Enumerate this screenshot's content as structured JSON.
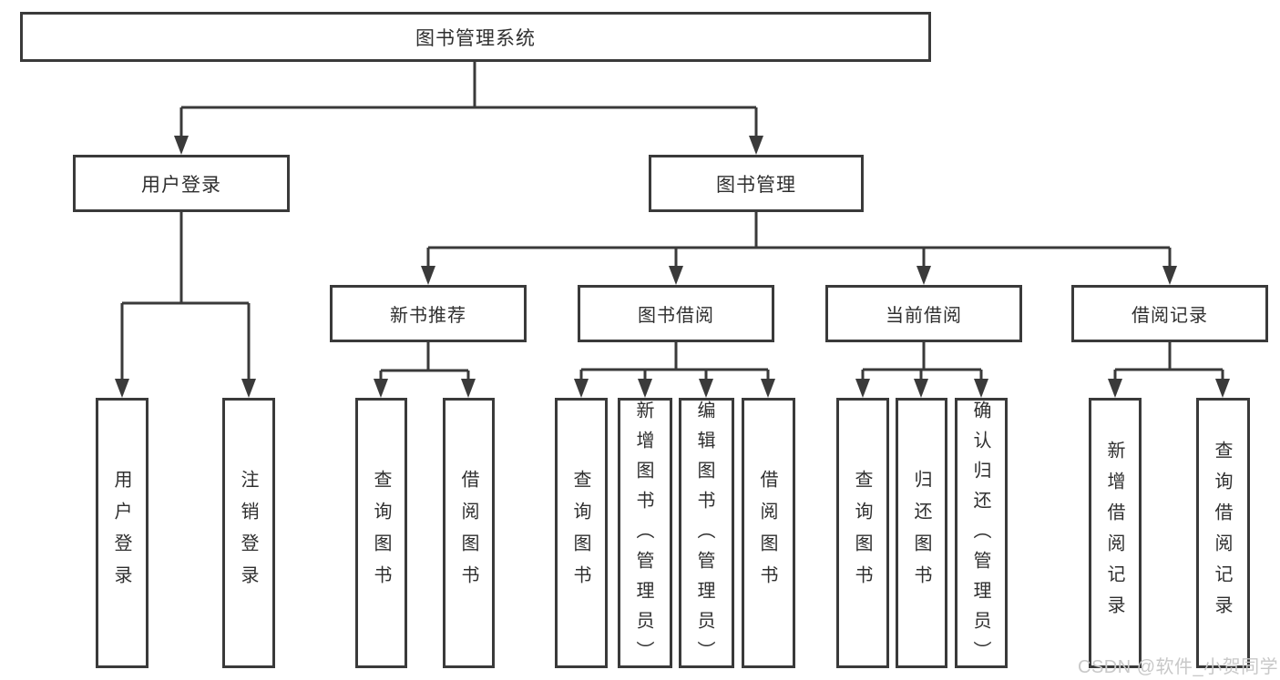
{
  "diagram": {
    "title": "图书管理系统",
    "root": {
      "label": "图书管理系统"
    },
    "level2": [
      {
        "id": "user-login",
        "label": "用户登录"
      },
      {
        "id": "book-management",
        "label": "图书管理"
      }
    ],
    "level3": [
      {
        "id": "new-book-recommend",
        "label": "新书推荐"
      },
      {
        "id": "book-borrow",
        "label": "图书借阅"
      },
      {
        "id": "current-borrow",
        "label": "当前借阅"
      },
      {
        "id": "borrow-records",
        "label": "借阅记录"
      }
    ],
    "groups": [
      {
        "parent": "用户登录",
        "items": [
          {
            "label": "用户登录"
          },
          {
            "label": "注销登录"
          }
        ]
      },
      {
        "parent": "新书推荐",
        "items": [
          {
            "label": "查询图书"
          },
          {
            "label": "借阅图书"
          }
        ]
      },
      {
        "parent": "图书借阅",
        "items": [
          {
            "label": "查询图书"
          },
          {
            "label": "新增图书（管理员）"
          },
          {
            "label": "编辑图书（管理员）"
          },
          {
            "label": "借阅图书"
          }
        ]
      },
      {
        "parent": "当前借阅",
        "items": [
          {
            "label": "查询图书"
          },
          {
            "label": "归还图书"
          },
          {
            "label": "确认归还（管理员）"
          }
        ]
      },
      {
        "parent": "借阅记录",
        "items": [
          {
            "label": "新增借阅记录"
          },
          {
            "label": "查询借阅记录"
          }
        ]
      }
    ]
  },
  "watermark": {
    "text": "CSDN @软件_小贺同学",
    "color": "#c8c8c8"
  },
  "colors": {
    "line": "#3a3a3a",
    "text": "#2f2f2f",
    "background": "#ffffff"
  }
}
